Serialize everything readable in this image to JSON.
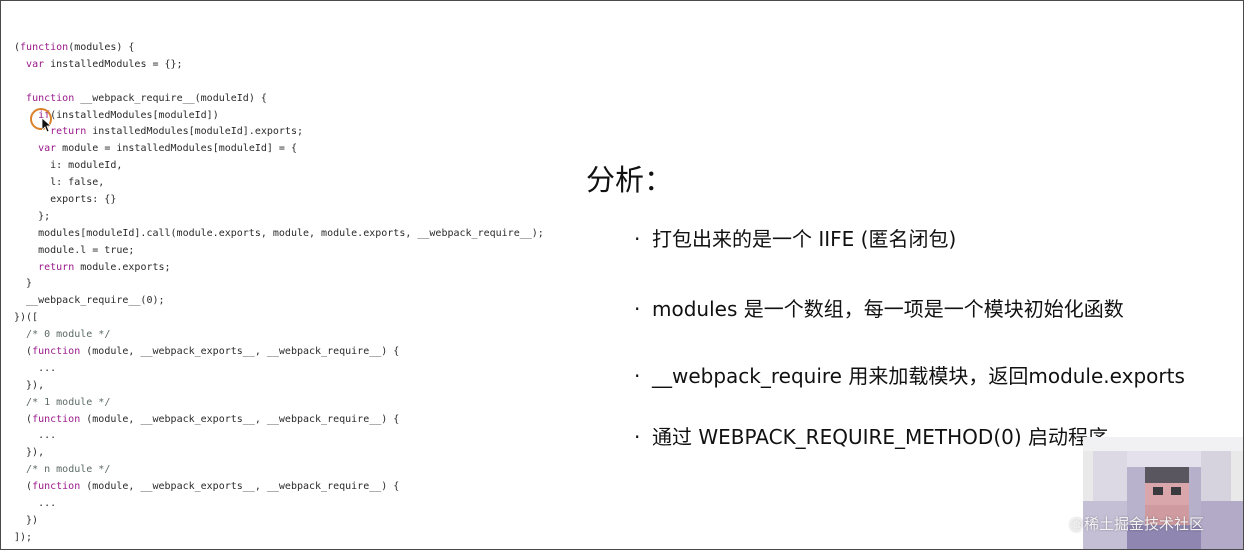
{
  "code_lines": [
    [
      {
        "t": "(",
        "c": ""
      },
      {
        "t": "function",
        "c": "kw"
      },
      {
        "t": "(modules) {",
        "c": ""
      }
    ],
    [
      {
        "t": "  ",
        "c": ""
      },
      {
        "t": "var",
        "c": "kw"
      },
      {
        "t": " installedModules = {};",
        "c": ""
      }
    ],
    [
      {
        "t": "",
        "c": ""
      }
    ],
    [
      {
        "t": "  ",
        "c": ""
      },
      {
        "t": "function",
        "c": "kw"
      },
      {
        "t": " __webpack_require__(moduleId) {",
        "c": ""
      }
    ],
    [
      {
        "t": "    ",
        "c": ""
      },
      {
        "t": "if",
        "c": "kw"
      },
      {
        "t": "(installedModules[moduleId])",
        "c": ""
      }
    ],
    [
      {
        "t": "      ",
        "c": ""
      },
      {
        "t": "return",
        "c": "kw"
      },
      {
        "t": " installedModules[moduleId].exports;",
        "c": ""
      }
    ],
    [
      {
        "t": "    ",
        "c": ""
      },
      {
        "t": "var",
        "c": "kw"
      },
      {
        "t": " module = installedModules[moduleId] = {",
        "c": ""
      }
    ],
    [
      {
        "t": "      i: moduleId,",
        "c": ""
      }
    ],
    [
      {
        "t": "      l: false,",
        "c": ""
      }
    ],
    [
      {
        "t": "      exports: {}",
        "c": ""
      }
    ],
    [
      {
        "t": "    };",
        "c": ""
      }
    ],
    [
      {
        "t": "    modules[moduleId].call(module.exports, module, module.exports, __webpack_require__);",
        "c": ""
      }
    ],
    [
      {
        "t": "    module.l = true;",
        "c": ""
      }
    ],
    [
      {
        "t": "    ",
        "c": ""
      },
      {
        "t": "return",
        "c": "kw"
      },
      {
        "t": " module.exports;",
        "c": ""
      }
    ],
    [
      {
        "t": "  }",
        "c": ""
      }
    ],
    [
      {
        "t": "  __webpack_require__(0);",
        "c": ""
      }
    ],
    [
      {
        "t": "})([",
        "c": ""
      }
    ],
    [
      {
        "t": "  ",
        "c": ""
      },
      {
        "t": "/* 0 module */",
        "c": "cm"
      }
    ],
    [
      {
        "t": "  (",
        "c": ""
      },
      {
        "t": "function",
        "c": "kw"
      },
      {
        "t": " (module, __webpack_exports__, __webpack_require__) {",
        "c": ""
      }
    ],
    [
      {
        "t": "    ...",
        "c": ""
      }
    ],
    [
      {
        "t": "  }),",
        "c": ""
      }
    ],
    [
      {
        "t": "  ",
        "c": ""
      },
      {
        "t": "/* 1 module */",
        "c": "cm"
      }
    ],
    [
      {
        "t": "  (",
        "c": ""
      },
      {
        "t": "function",
        "c": "kw"
      },
      {
        "t": " (module, __webpack_exports__, __webpack_require__) {",
        "c": ""
      }
    ],
    [
      {
        "t": "    ...",
        "c": ""
      }
    ],
    [
      {
        "t": "  }),",
        "c": ""
      }
    ],
    [
      {
        "t": "  ",
        "c": ""
      },
      {
        "t": "/* n module */",
        "c": "cm"
      }
    ],
    [
      {
        "t": "  (",
        "c": ""
      },
      {
        "t": "function",
        "c": "kw"
      },
      {
        "t": " (module, __webpack_exports__, __webpack_require__) {",
        "c": ""
      }
    ],
    [
      {
        "t": "    ...",
        "c": ""
      }
    ],
    [
      {
        "t": "  })",
        "c": ""
      }
    ],
    [
      {
        "t": "]);",
        "c": ""
      }
    ]
  ],
  "slide": {
    "title": "分析：",
    "bullets": [
      "打包出来的是一个 IIFE (匿名闭包)",
      "modules 是一个数组，每一项是一个模块初始化函数",
      "__webpack_require 用来加载模块，返回module.exports",
      "通过 WEBPACK_REQUIRE_METHOD(0) 启动程序"
    ],
    "bullet_symbol": "·"
  },
  "watermark": "@稀土掘金技术社区",
  "colors": {
    "keyword": "#9a1a8a",
    "comment": "#5c6b66",
    "cursor_highlight": "#d9822b"
  }
}
